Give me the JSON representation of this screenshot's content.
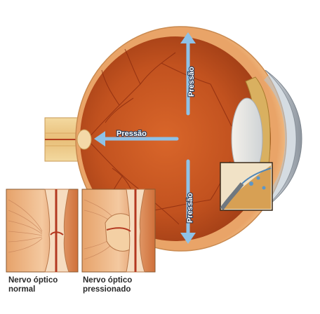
{
  "arrows": {
    "top_label": "Pressão",
    "left_label": "Pressão",
    "bottom_label": "Pressão"
  },
  "insets": {
    "normal": {
      "line1": "Nervo óptico",
      "line2": "normal"
    },
    "pressured": {
      "line1": "Nervo óptico",
      "line2": "pressionado"
    }
  },
  "colors": {
    "eye_interior": "#c2521f",
    "eye_wall": "#e8a86a",
    "sclera": "#f3cf96",
    "arrow": "#8ec2e8",
    "caption_text": "#2a2a2a"
  }
}
